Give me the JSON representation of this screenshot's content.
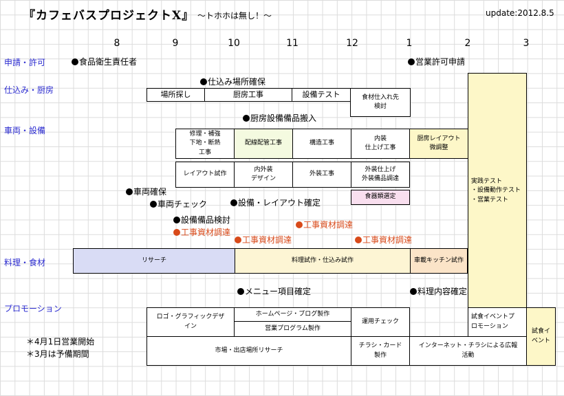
{
  "header": {
    "title": "『カフェバスプロジェクトX』",
    "subtitle": "〜トホホは無し！〜",
    "update": "update:2012.8.5"
  },
  "months": [
    "8",
    "9",
    "10",
    "11",
    "12",
    "1",
    "2",
    "3"
  ],
  "categories": {
    "permits": "申請・許可",
    "prep": "仕込み・厨房",
    "vehicle": "車両・設備",
    "food": "料理・食材",
    "promo": "プロモーション"
  },
  "events": {
    "food_hygiene": "食品衛生責任者",
    "business_permit": "営業許可申請",
    "prep_site": "仕込み場所確保",
    "kitchen_equip": "厨房設備備品搬入",
    "vehicle_secure": "車両確保",
    "vehicle_check": "車両チェック",
    "layout_confirm": "設備・レイアウト確定",
    "equip_review": "設備備品検討",
    "materials_1": "工事資材調達",
    "materials_2": "工事資材調達",
    "materials_3": "工事資材調達",
    "materials_4": "工事資材調達",
    "menu_confirm": "メニュー項目確定",
    "dish_confirm": "料理内容確定"
  },
  "tasks": {
    "site_search": "場所探し",
    "kitchen_work": "厨房工事",
    "equip_test": "設備テスト",
    "supplier_l1": "食材仕入れ先",
    "supplier_l2": "検討",
    "repair_l1": "修理・補強",
    "repair_l2": "下地・断熱",
    "repair_l3": "工事",
    "wiring": "配線配管工事",
    "structure": "構造工事",
    "interior_l1": "内装",
    "interior_l2": "仕上げ工事",
    "kitchen_adjust_l1": "厨房レイアウト",
    "kitchen_adjust_l2": "微調整",
    "layout_trial": "レイアウト試作",
    "int_ext_l1": "内外装",
    "int_ext_l2": "デザイン",
    "exterior": "外装工事",
    "ext_finish_l1": "外装仕上げ",
    "ext_finish_l2": "外装備品調達",
    "tableware": "食器類選定",
    "practice_l1": "実践テスト",
    "practice_l2": "・設備動作テスト",
    "practice_l3": "・営業テスト",
    "research": "リサーチ",
    "cooking_trial": "料理試作・仕込み試作",
    "onboard_trial": "車載キッチン試作",
    "logo_l1": "ロゴ・グラフィックデザ",
    "logo_l2": "イン",
    "homepage": "ホームページ・ブログ製作",
    "sales_program": "営業プログラム製作",
    "operation_check": "運用チェック",
    "flyer_l1": "チラシ・カード",
    "flyer_l2": "製作",
    "internet_ad_l1": "インターネット・チラシによる広報",
    "internet_ad_l2": "活動",
    "market_research": "市場・出店場所リサーチ",
    "tasting_promo_l1": "試食イベントプ",
    "tasting_promo_l2": "ロモーション",
    "tasting_event_l1": "試食イ",
    "tasting_event_l2": "ベント"
  },
  "notes": {
    "opening": "＊4月1日営業開始",
    "buffer": "＊3月は予備期間"
  },
  "colors": {
    "category": "#2c2cd0",
    "procurement": "#d84a1a",
    "practice_test": "#fdf7c8",
    "research": "#d9dcf5",
    "cooking_trial": "#fdf5d4",
    "onboard_trial": "#fbe4c8",
    "wiring": "#f4fae0",
    "tableware": "#f9dfef",
    "tasting_event": "#fdf7c8"
  }
}
